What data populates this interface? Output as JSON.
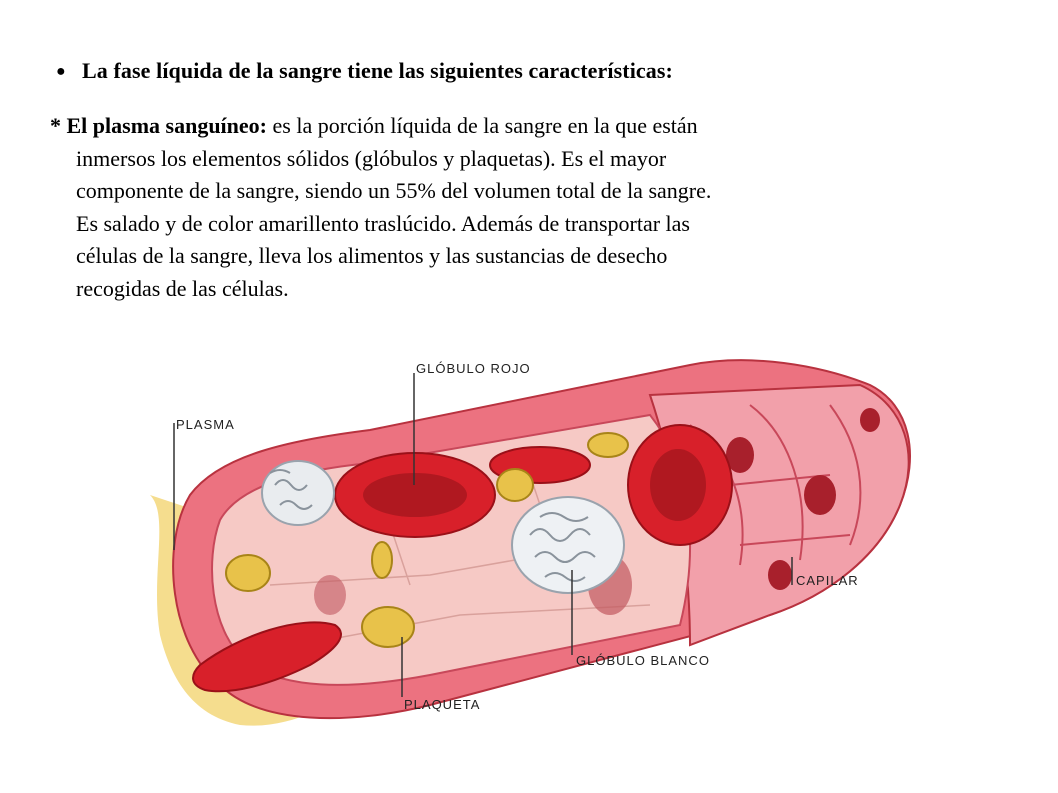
{
  "heading": {
    "bullet": "●",
    "text": "La fase líquida de la sangre tiene las siguientes características:"
  },
  "paragraph": {
    "prefix": "* El plasma sanguíneo:",
    "lines": [
      " es la porción líquida de la sangre en la que están",
      "inmersos los elementos sólidos (glóbulos y plaquetas). Es el mayor",
      "componente de la sangre, siendo un 55% del volumen total de la sangre.",
      "Es salado y de color amarillento traslúcido. Además de transportar las",
      "células de la sangre, lleva los alimentos y las sustancias de desecho",
      "recogidas de las células."
    ]
  },
  "figure": {
    "labels": {
      "plasma": "PLASMA",
      "globulo_rojo": "GLÓBULO ROJO",
      "capilar": "CAPILAR",
      "globulo_blanco": "GLÓBULO BLANCO",
      "plaqueta": "PLAQUETA"
    },
    "colors": {
      "vessel_wall": "#e8606e",
      "vessel_light": "#f4a6ae",
      "red_cell": "#d8202a",
      "platelet": "#e8c24a",
      "white_cell": "#e9ecef",
      "plasma": "#f3d77a"
    }
  }
}
